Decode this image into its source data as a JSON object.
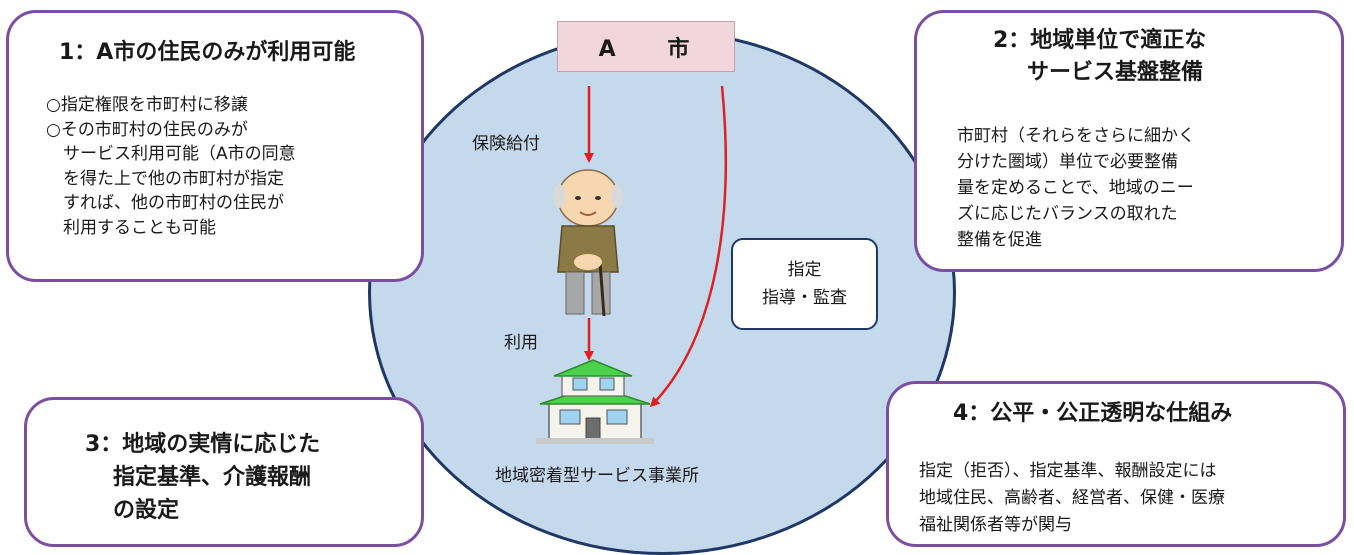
{
  "center": {
    "city_label": "A 市",
    "benefit_label": "保険給付",
    "use_label": "利用",
    "office_label": "地域密着型サービス事業所",
    "authority_lines": [
      "指定",
      "指導・監査"
    ]
  },
  "box1": {
    "title": "1：A市の住民のみが利用可能",
    "lines": [
      "○指定権限を市町村に移譲",
      "○その市町村の住民のみが",
      "　サービス利用可能（A市の同意",
      "　を得た上で他の市町村が指定",
      "　すれば、他の市町村の住民が",
      "　利用することも可能"
    ]
  },
  "box2": {
    "title_lines": [
      "2：地域単位で適正な",
      "サービス基盤整備"
    ],
    "lines": [
      "市町村（それらをさらに細かく",
      "分けた圏域）単位で必要整備",
      "量を定めることで、地域のニー",
      "ズに応じたバランスの取れた",
      "整備を促進"
    ]
  },
  "box3": {
    "title_lines": [
      "3：地域の実情に応じた",
      "指定基準、介護報酬",
      "の設定"
    ]
  },
  "box4": {
    "title": "4：公平・公正透明な仕組み",
    "lines": [
      "指定（拒否）、指定基準、報酬設定には",
      "地域住民、高齢者、経営者、保健・医療",
      "福祉関係者等が関与"
    ]
  },
  "colors": {
    "circle_fill": "#c5d9ec",
    "circle_border": "#1f3864",
    "box_border": "#7b4fa0",
    "arrow": "#e02020",
    "city_fill": "#f1d7dc"
  }
}
